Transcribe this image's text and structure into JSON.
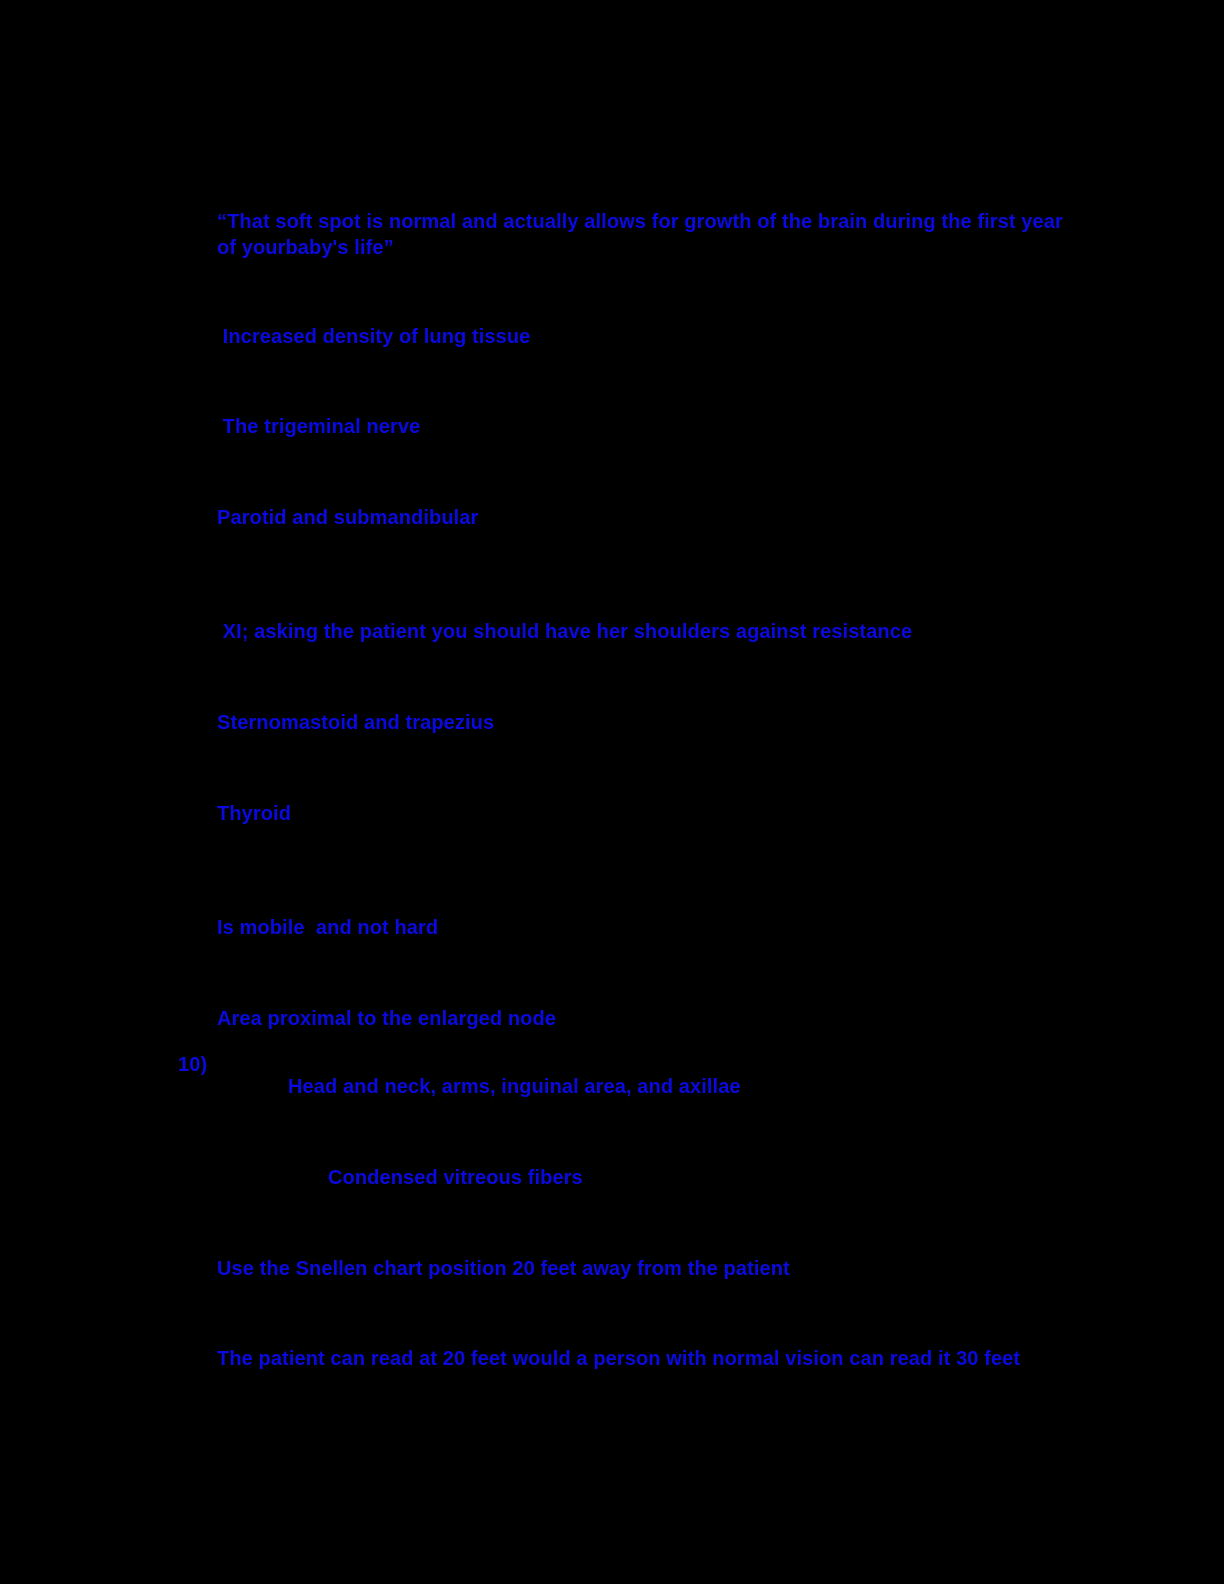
{
  "document": {
    "background_color": "#000000",
    "text_color": "#0a0ae0",
    "answers": [
      {
        "id": "fontanelle-quote",
        "text": "“That soft spot is normal and actually allows for growth of the brain during the first year of yourbaby's life”"
      },
      {
        "id": "lung-density",
        "text": " Increased density of lung tissue"
      },
      {
        "id": "trigeminal-nerve",
        "text": " The trigeminal nerve"
      },
      {
        "id": "salivary-glands",
        "text": "Parotid and submandibular"
      },
      {
        "id": "cranial-nerve-xi",
        "text": " XI; asking the patient you should have her shoulders against resistance"
      },
      {
        "id": "sternomastoid-trapezius",
        "text": "Sternomastoid and trapezius"
      },
      {
        "id": "thyroid",
        "text": "Thyroid"
      },
      {
        "id": "node-mobile",
        "text": "Is mobile  and not hard"
      },
      {
        "id": "area-proximal",
        "text": "Area proximal to the enlarged node"
      },
      {
        "id": "item-10-marker",
        "text": "10)"
      },
      {
        "id": "head-neck-arms",
        "text": "Head and neck, arms, inguinal area, and axillae"
      },
      {
        "id": "vitreous-fibers",
        "text": "Condensed vitreous fibers"
      },
      {
        "id": "snellen-chart",
        "text": "Use the Snellen chart position 20 feet away from the patient"
      },
      {
        "id": "visual-acuity",
        "text": "The patient can read at 20 feet would a person with normal vision can read it 30 feet"
      }
    ]
  }
}
